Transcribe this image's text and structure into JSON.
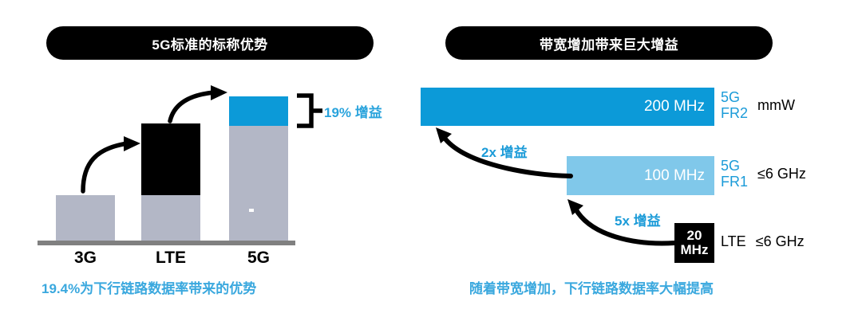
{
  "left_panel": {
    "title": "5G标准的标称优势",
    "caption": "19.4%为下行链路数据率带来的优势",
    "gain_label": "19% 增益",
    "bars": [
      {
        "label": "3G"
      },
      {
        "label": "LTE"
      },
      {
        "label": "5G"
      }
    ]
  },
  "right_panel": {
    "title": "带宽增加带来巨大增益",
    "caption": "随着带宽增加，下行链路数据率大幅提高",
    "bars": [
      {
        "value_label": "200 MHz",
        "tech": "5G\nFR2",
        "tech_line1": "5G",
        "tech_line2": "FR2",
        "band": "mmW"
      },
      {
        "value_label": "100 MHz",
        "tech_line1": "5G",
        "tech_line2": "FR1",
        "band": "≤6 GHz"
      },
      {
        "value_line1": "20",
        "value_line2": "MHz",
        "tech_line1": "LTE",
        "band": "≤6 GHz"
      }
    ],
    "gains": [
      {
        "label": "2x 增益"
      },
      {
        "label": "5x 增益"
      }
    ]
  },
  "chart_data": [
    {
      "type": "bar",
      "title": "5G标准的标称优势",
      "categories": [
        "3G",
        "LTE",
        "5G"
      ],
      "series": [
        {
          "name": "base",
          "color": "#b3b7c6",
          "values": [
            57,
            57,
            144
          ]
        },
        {
          "name": "increment-lte",
          "color": "#000000",
          "values": [
            0,
            90,
            0
          ]
        },
        {
          "name": "increment-5g",
          "color": "#0c9ad8",
          "values": [
            0,
            0,
            37
          ]
        }
      ],
      "annotations": [
        "19% 增益",
        "19.4%为下行链路数据率带来的优势"
      ],
      "xlabel": "",
      "ylabel": "",
      "grid": false,
      "legend": "none"
    },
    {
      "type": "bar",
      "title": "带宽增加带来巨大增益",
      "orientation": "horizontal",
      "categories": [
        "5G FR2 mmW",
        "5G FR1 ≤6 GHz",
        "LTE ≤6 GHz"
      ],
      "values": [
        200,
        100,
        20
      ],
      "unit": "MHz",
      "value_labels": [
        "200 MHz",
        "100 MHz",
        "20 MHz"
      ],
      "colors": [
        "#0c9ad8",
        "#80c8ea",
        "#000000"
      ],
      "annotations": [
        "2x 增益",
        "5x 增益",
        "随着带宽增加，下行链路数据率大幅提高"
      ],
      "xlabel": "",
      "ylabel": "",
      "grid": false,
      "legend": "none"
    }
  ],
  "colors": {
    "accent_blue": "#0c9ad8",
    "light_blue": "#80c8ea",
    "text_blue": "#3aa8de",
    "bar_gray": "#b3b7c6",
    "black": "#000000"
  }
}
